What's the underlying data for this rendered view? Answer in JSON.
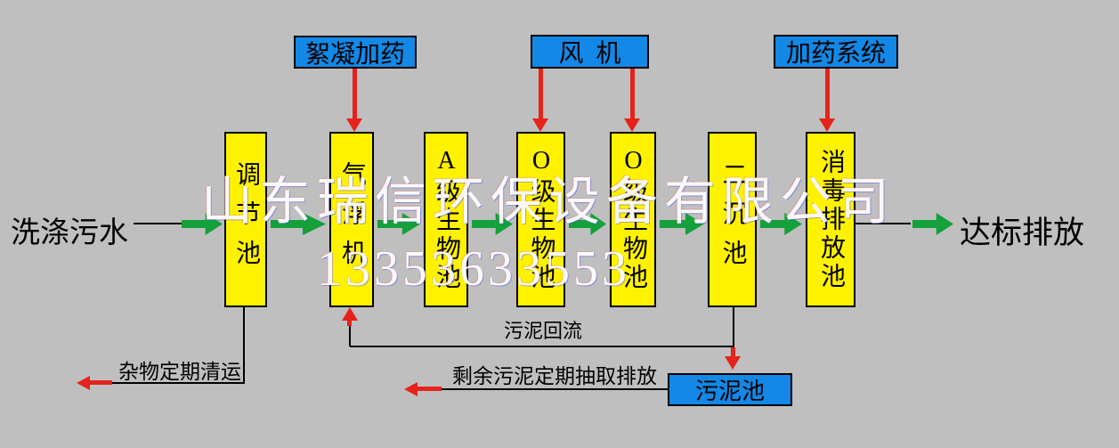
{
  "colors": {
    "background": "#bfbfbf",
    "tank_fill": "#fff200",
    "equipment_box_fill": "#1388e6",
    "flow_arrow_green": "#14a03a",
    "dosing_arrow_red": "#e5231b",
    "line_black": "#000000",
    "watermark_white": "#ffffff"
  },
  "inlet": {
    "label": "洗涤污水"
  },
  "outlet": {
    "label": "达标排放"
  },
  "top_boxes": [
    {
      "label": "絮凝加药"
    },
    {
      "label": "风  机"
    },
    {
      "label": "加药系统"
    }
  ],
  "tanks": [
    {
      "label": "调节池"
    },
    {
      "label": "气浮机"
    },
    {
      "label": "A级生物池"
    },
    {
      "label": "O级生物池"
    },
    {
      "label": "O级生物池"
    },
    {
      "label": "二沉池"
    },
    {
      "label": "消毒排放池"
    }
  ],
  "sludge_tank": {
    "label": "污泥池"
  },
  "annotations": {
    "sludge_return": "污泥回流",
    "excess_sludge": "剩余污泥定期抽取排放",
    "debris_removal": "杂物定期清运"
  },
  "watermark": {
    "company": "山东瑞信环保设备有限公司",
    "phone": "13353633553"
  }
}
